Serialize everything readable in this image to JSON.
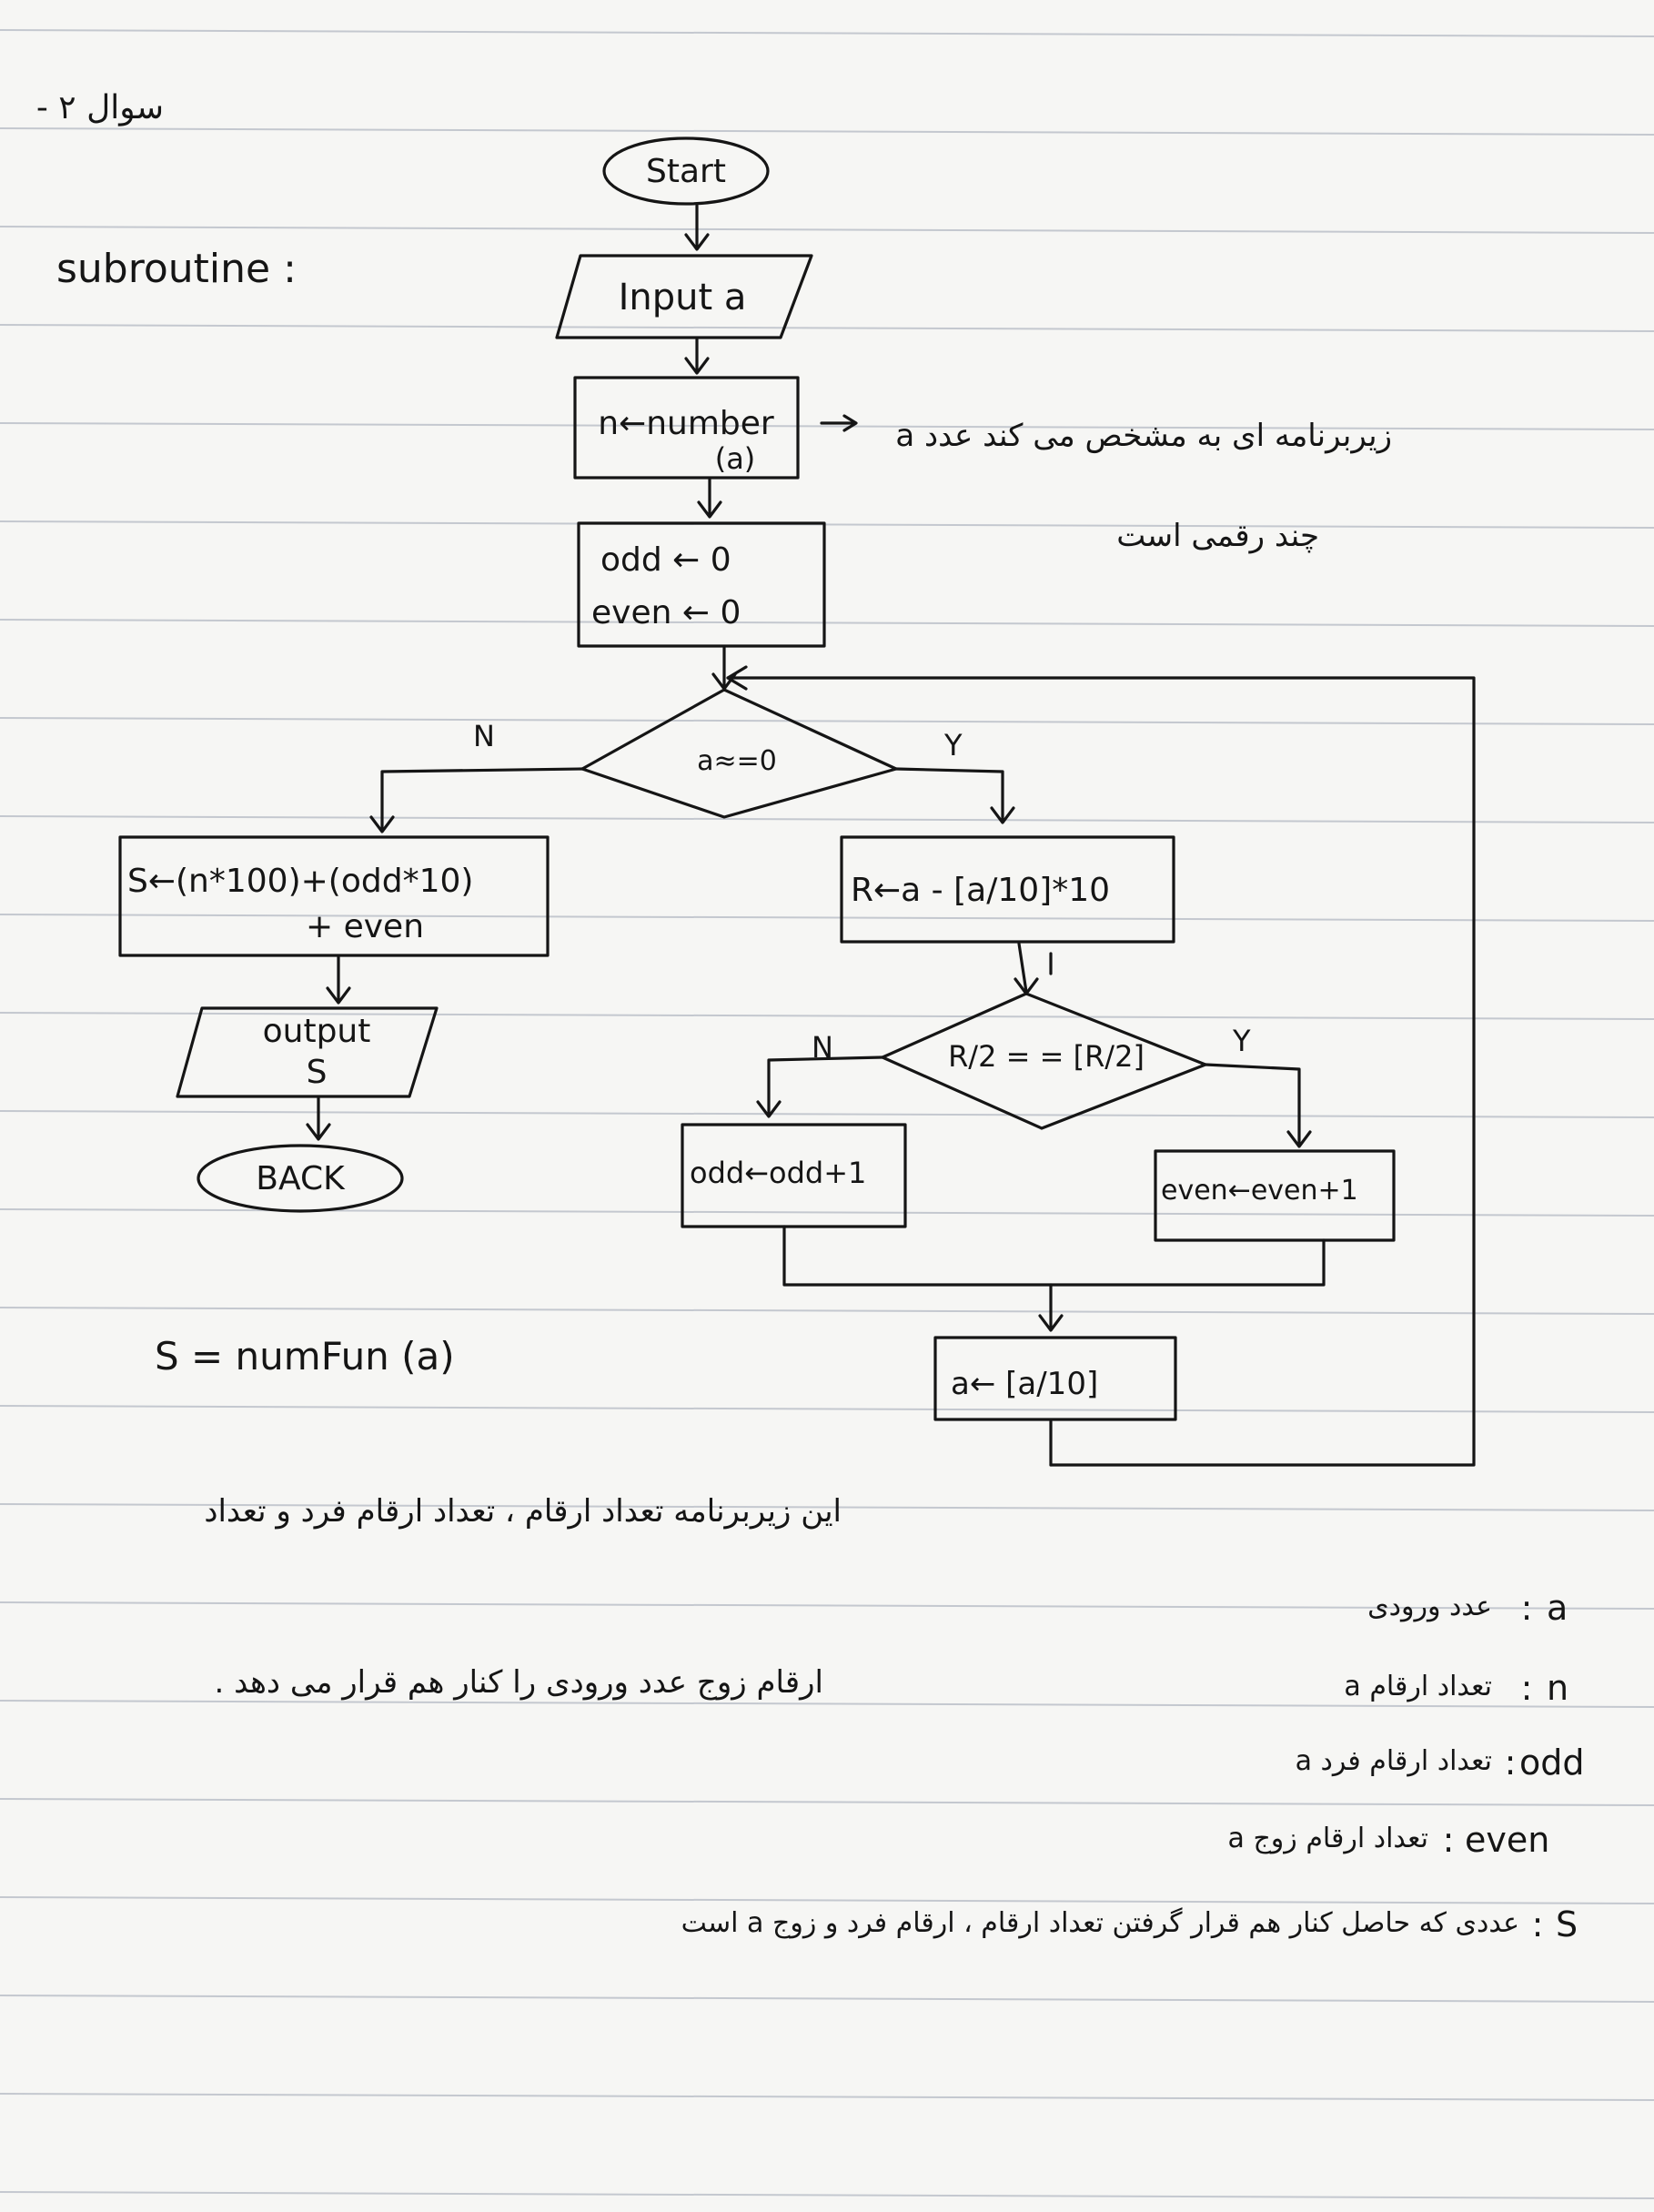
{
  "header": {
    "question_label": "سوال ۲ -",
    "subroutine_label": "subroutine :"
  },
  "flowchart": {
    "start": "Start",
    "input": "Input a",
    "assign_n": "n←number",
    "assign_n_arg": "(a)",
    "init_odd": "odd ← 0",
    "init_even": "even ← 0",
    "loop_condition": "a≈=0",
    "branch_no": "N",
    "branch_yes": "Y",
    "compute_s_line1": "S←(n*100)+(odd*10)",
    "compute_s_line2": "+ even",
    "output_line1": "output",
    "output_line2": "S",
    "back": "BACK",
    "remainder": "R←a - [a/10]*10",
    "parity_condition": "R/2 = = [R/2]",
    "parity_no": "N",
    "parity_yes": "Y",
    "odd_increment": "odd←odd+1",
    "even_increment": "even←even+1",
    "divide": "a← [a/10]"
  },
  "annotations": {
    "number_note_line1": "زیربرنامه ای به مشخص می کند عدد a",
    "number_note_line2": "چند رقمی است",
    "call": "S = numFun (a)",
    "description_line1": "این زیربرنامه تعداد ارقام ، تعداد ارقام فرد و تعداد",
    "description_line2": "ارقام زوج عدد ورودی را کنار هم قرار می دهد ."
  },
  "legend": [
    {
      "var": "a",
      "desc": "عدد ورودی"
    },
    {
      "var": "n",
      "desc": "تعداد ارقام a"
    },
    {
      "var": "odd",
      "desc": "تعداد ارقام فرد a"
    },
    {
      "var": "even",
      "desc": "تعداد ارقام زوج a"
    },
    {
      "var": "S",
      "desc": "عددی که حاصل کنار هم قرار گرفتن تعداد ارقام ، ارقام فرد و زوج a است"
    }
  ]
}
